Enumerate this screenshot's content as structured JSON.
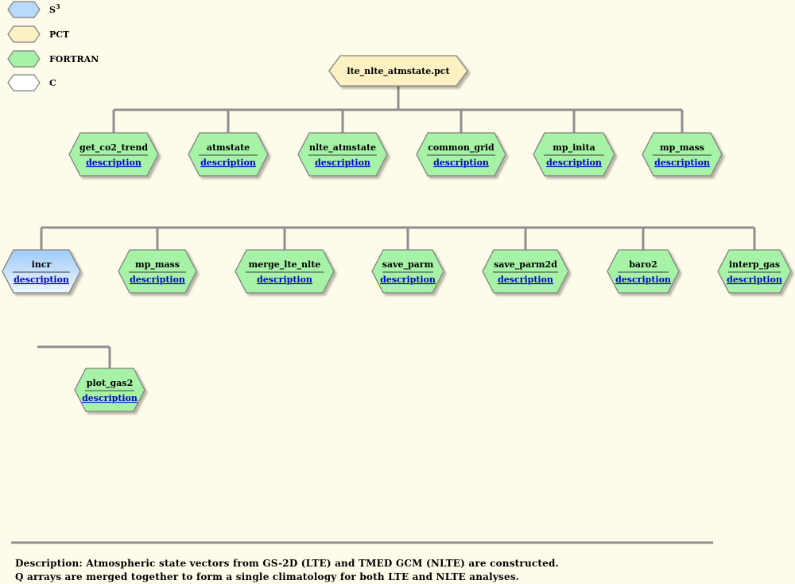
{
  "legend": [
    {
      "name": "s3",
      "label": "S",
      "sup": "3",
      "fill": "#b9dbfb"
    },
    {
      "name": "pct",
      "label": "PCT",
      "sup": "",
      "fill": "#fbf1c3"
    },
    {
      "name": "fortran",
      "label": "FORTRAN",
      "sup": "",
      "fill": "#a6f2a6"
    },
    {
      "name": "c",
      "label": "C",
      "sup": "",
      "fill": "#ffffff"
    }
  ],
  "colors": {
    "pct": "#fbf1c3",
    "fortran": "#a6f2a6",
    "s3_top": "#9fcbf7",
    "s3_bottom": "#eef6fe",
    "c": "#ffffff",
    "connector": "#8f8f8f",
    "link": "#0000cc"
  },
  "root": {
    "label": "lte_nlte_atmstate.pct",
    "type": "pct"
  },
  "rows": [
    [
      {
        "label": "get_co2_trend",
        "link": "description",
        "type": "fortran"
      },
      {
        "label": "atmstate",
        "link": "description",
        "type": "fortran"
      },
      {
        "label": "nlte_atmstate",
        "link": "description",
        "type": "fortran"
      },
      {
        "label": "common_grid",
        "link": "description",
        "type": "fortran"
      },
      {
        "label": "mp_inita",
        "link": "description",
        "type": "fortran"
      },
      {
        "label": "mp_mass",
        "link": "description",
        "type": "fortran"
      }
    ],
    [
      {
        "label": "incr",
        "link": "description",
        "type": "s3"
      },
      {
        "label": "mp_mass",
        "link": "description",
        "type": "fortran"
      },
      {
        "label": "merge_lte_nlte",
        "link": "description",
        "type": "fortran"
      },
      {
        "label": "save_parm",
        "link": "description",
        "type": "fortran"
      },
      {
        "label": "save_parm2d",
        "link": "description",
        "type": "fortran"
      },
      {
        "label": "baro2",
        "link": "description",
        "type": "fortran"
      },
      {
        "label": "interp_gas",
        "link": "description",
        "type": "fortran"
      }
    ],
    [
      {
        "label": "plot_gas2",
        "link": "description",
        "type": "fortran"
      }
    ]
  ],
  "description": {
    "line1": "Description:  Atmospheric state vectors from GS-2D (LTE) and TMED GCM (NLTE) are constructed.",
    "line2": "Q arrays are merged together to form a single climatology for both LTE and NLTE analyses."
  }
}
